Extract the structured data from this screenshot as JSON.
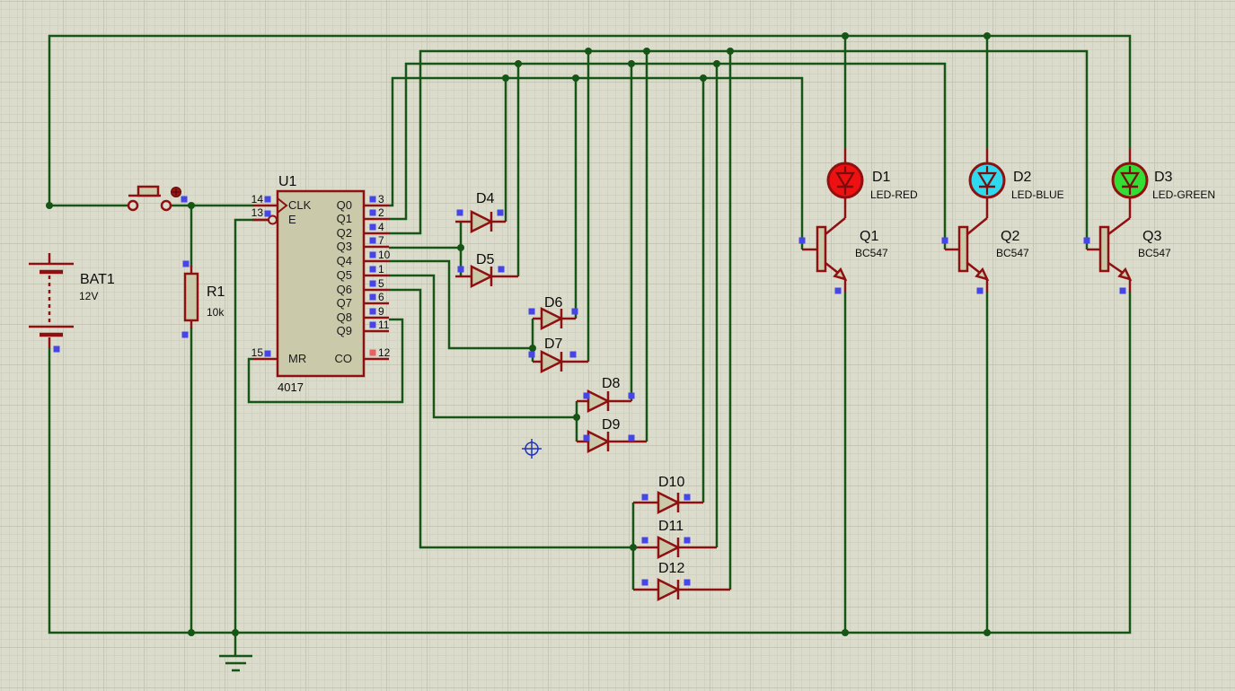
{
  "canvas": {
    "background": "#dcdccd",
    "wire_color": "#155515",
    "component_color": "#8e1010",
    "component_fill": "#cacaab",
    "marker_blue": "#4646e8",
    "marker_red": "#e86060"
  },
  "battery": {
    "ref": "BAT1",
    "value": "12V"
  },
  "resistor": {
    "ref": "R1",
    "value": "10k"
  },
  "ic": {
    "ref": "U1",
    "value": "4017",
    "left_pins": [
      {
        "num": "14",
        "name": "CLK"
      },
      {
        "num": "13",
        "name": "E"
      },
      {
        "num": "15",
        "name": "MR"
      }
    ],
    "right_pins": [
      {
        "num": "3",
        "name": "Q0"
      },
      {
        "num": "2",
        "name": "Q1"
      },
      {
        "num": "4",
        "name": "Q2"
      },
      {
        "num": "7",
        "name": "Q3"
      },
      {
        "num": "10",
        "name": "Q4"
      },
      {
        "num": "1",
        "name": "Q5"
      },
      {
        "num": "5",
        "name": "Q6"
      },
      {
        "num": "6",
        "name": "Q7"
      },
      {
        "num": "9",
        "name": "Q8"
      },
      {
        "num": "11",
        "name": "Q9"
      },
      {
        "num": "12",
        "name": "CO"
      }
    ]
  },
  "diodes": [
    {
      "ref": "D4"
    },
    {
      "ref": "D5"
    },
    {
      "ref": "D6"
    },
    {
      "ref": "D7"
    },
    {
      "ref": "D8"
    },
    {
      "ref": "D9"
    },
    {
      "ref": "D10"
    },
    {
      "ref": "D11"
    },
    {
      "ref": "D12"
    }
  ],
  "leds": [
    {
      "ref": "D1",
      "type": "LED-RED",
      "color": "#ee1111"
    },
    {
      "ref": "D2",
      "type": "LED-BLUE",
      "color": "#2fd9ee"
    },
    {
      "ref": "D3",
      "type": "LED-GREEN",
      "color": "#33dd33"
    }
  ],
  "transistors": [
    {
      "ref": "Q1",
      "value": "BC547"
    },
    {
      "ref": "Q2",
      "value": "BC547"
    },
    {
      "ref": "Q3",
      "value": "BC547"
    }
  ]
}
